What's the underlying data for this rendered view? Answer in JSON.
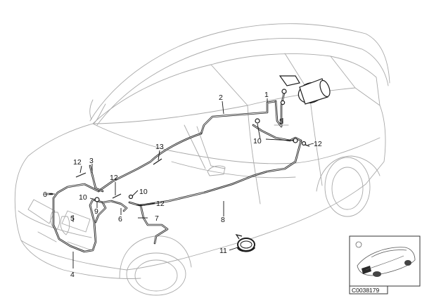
{
  "diagram": {
    "callouts": [
      {
        "id": "c1",
        "text": "1"
      },
      {
        "id": "c2",
        "text": "2"
      },
      {
        "id": "c3",
        "text": "3"
      },
      {
        "id": "c4",
        "text": "4"
      },
      {
        "id": "c5a",
        "text": "5"
      },
      {
        "id": "c5b",
        "text": "5"
      },
      {
        "id": "c6a",
        "text": "6"
      },
      {
        "id": "c6b",
        "text": "6"
      },
      {
        "id": "c7",
        "text": "7"
      },
      {
        "id": "c8",
        "text": "8"
      },
      {
        "id": "c9",
        "text": "9"
      },
      {
        "id": "c10a",
        "text": "10"
      },
      {
        "id": "c10b",
        "text": "10"
      },
      {
        "id": "c10c",
        "text": "10"
      },
      {
        "id": "c11",
        "text": "11"
      },
      {
        "id": "c12a",
        "text": "12"
      },
      {
        "id": "c12b",
        "text": "12"
      },
      {
        "id": "c12c",
        "text": "12"
      },
      {
        "id": "c12d",
        "text": "12"
      },
      {
        "id": "c13",
        "text": "13"
      }
    ],
    "inset": {
      "code": "C0038179"
    }
  }
}
